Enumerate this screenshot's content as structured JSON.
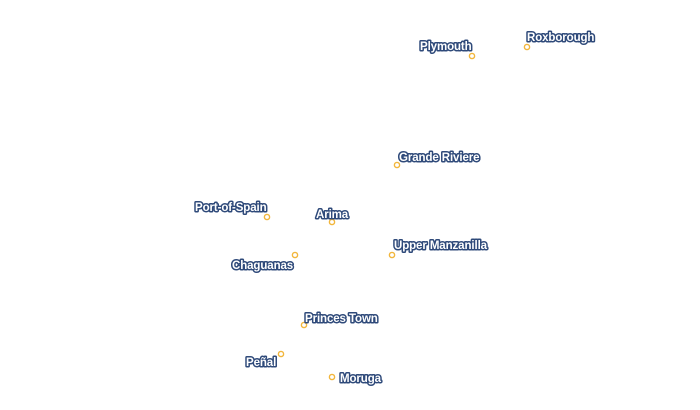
{
  "map": {
    "marker_color": "#f2b63c",
    "label_fill": "#ffffff",
    "label_outline": "#2f4a7a",
    "places": [
      {
        "name": "Plymouth"
      },
      {
        "name": "Roxborough"
      },
      {
        "name": "Grande Riviere"
      },
      {
        "name": "Port-of-Spain"
      },
      {
        "name": "Arima"
      },
      {
        "name": "Upper Manzanilla"
      },
      {
        "name": "Chaguanas"
      },
      {
        "name": "Princes Town"
      },
      {
        "name": "Peñal"
      },
      {
        "name": "Moruga"
      }
    ]
  }
}
